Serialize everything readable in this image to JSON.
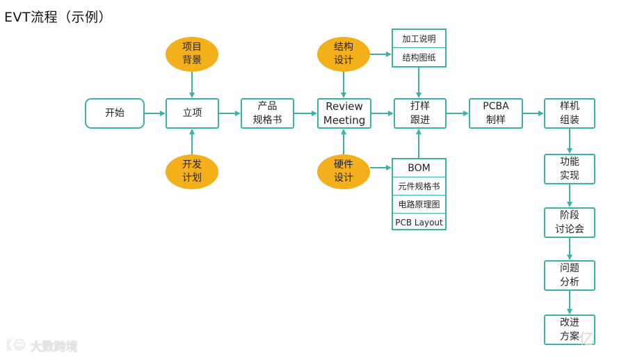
{
  "title": "EVT流程（示例）",
  "nodes": {
    "start": "开始",
    "initiation": "立项",
    "product_spec": "产品\n规格书",
    "review_meeting": "Review\nMeeting",
    "sample_follow": "打样\n跟进",
    "pcba": "PCBA\n制样",
    "prototype_assembly": "样机\n组装",
    "function_realization": "功能\n实现",
    "phase_discussion": "阶段\n讨论会",
    "problem_analysis": "问题\n分析",
    "improvement_plan": "改进\n方案"
  },
  "inputs": {
    "project_background": "项目\n背景",
    "dev_plan": "开发\n计划",
    "structure_design": "结构\n设计",
    "hardware_design": "硬件\n设计"
  },
  "structure_outputs": [
    "加工说明",
    "结构图纸"
  ],
  "hardware_outputs": [
    "BOM",
    "元件规格书",
    "电路原理图",
    "PCB Layout"
  ],
  "watermark": {
    "icon": "chat-bubble-logo",
    "text": "大数跨境"
  },
  "corner_mark": "亿",
  "colors": {
    "box_border": "#3bb3a4",
    "arrow": "#3bb3a4",
    "circle_fill": "#f4b01a"
  }
}
